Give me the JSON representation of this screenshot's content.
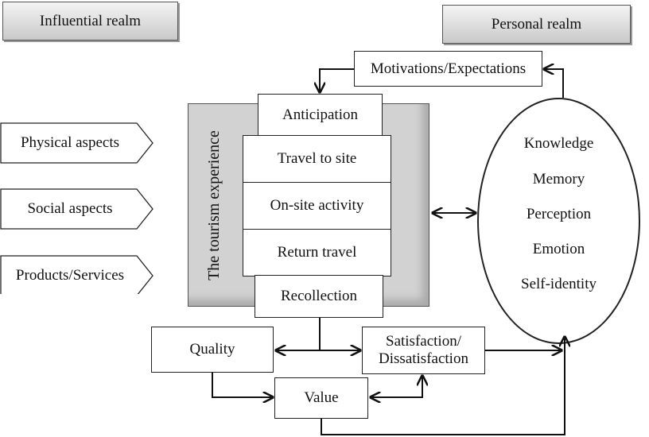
{
  "realms": {
    "influential": "Influential realm",
    "personal": "Personal realm"
  },
  "influences": [
    {
      "label": "Physical aspects"
    },
    {
      "label": "Social aspects"
    },
    {
      "label": "Products/Services"
    }
  ],
  "experience": {
    "title": "The tourism experience",
    "stages": [
      "Anticipation",
      "Travel to site",
      "On-site activity",
      "Return travel",
      "Recollection"
    ]
  },
  "motivations": "Motivations/Expectations",
  "personal_items": [
    "Knowledge",
    "Memory",
    "Perception",
    "Emotion",
    "Self-identity"
  ],
  "outcomes": {
    "quality": "Quality",
    "value": "Value",
    "satisfaction_line1": "Satisfaction/",
    "satisfaction_line2": "Dissatisfaction"
  }
}
